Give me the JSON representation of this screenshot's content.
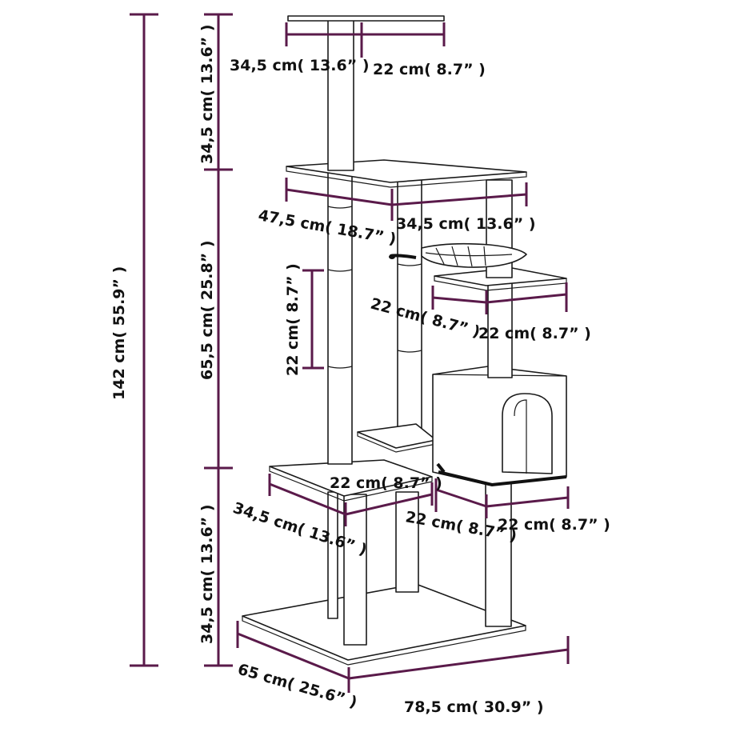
{
  "colors": {
    "dimension": "#5a1a4a",
    "outline": "#1a1a1a",
    "background": "#ffffff"
  },
  "labels": {
    "total_height": "142 cm( 55.9” )",
    "upper_section": "34,5 cm( 13.6” )",
    "middle_section": "65,5 cm( 25.8” )",
    "lower_section": "34,5 cm( 13.6” )",
    "post_height": "22 cm( 8.7” )",
    "top_platform_width": "34,5 cm( 13.6” )",
    "top_platform_depth": "22 cm( 8.7” )",
    "large_platform_width": "47,5 cm( 18.7” )",
    "large_platform_depth": "34,5 cm( 13.6” )",
    "side_platform_width": "22 cm( 8.7” )",
    "side_platform_depth": "22 cm( 8.7” )",
    "low_platform_width": "34,5 cm( 13.6” )",
    "low_platform_depth": "22 cm( 8.7” )",
    "condo_width": "22 cm( 8.7” )",
    "condo_depth": "22 cm( 8.7” )",
    "base_depth": "65 cm( 25.6” )",
    "base_width": "78,5 cm( 30.9” )"
  }
}
